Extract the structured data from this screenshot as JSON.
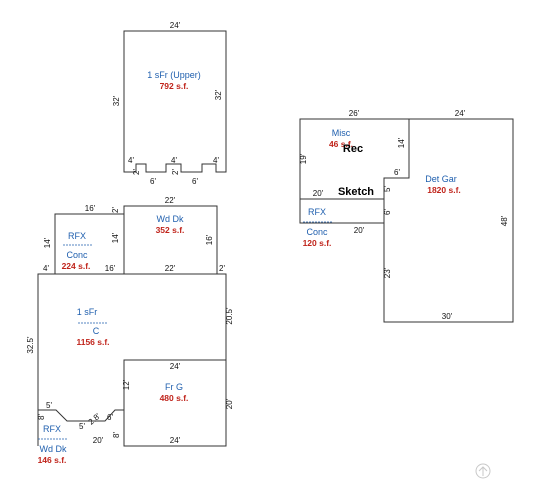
{
  "title": "Sketch",
  "areas": {
    "upper": {
      "label": "1 sFr   (Upper)",
      "area": "792 s.f."
    },
    "main": {
      "label": "1 sFr",
      "sub": "C",
      "area": "1156 s.f."
    },
    "rfx_conc": {
      "label": "RFX",
      "sub": "Conc",
      "area": "224 s.f."
    },
    "wd_dk": {
      "label": "Wd Dk",
      "area": "352 s.f."
    },
    "fr_g": {
      "label": "Fr   G",
      "area": "480 s.f."
    },
    "rfx_wddk": {
      "label": "RFX",
      "sub": "Wd Dk",
      "area": "146 s.f."
    },
    "misc": {
      "label": "Misc",
      "area": "46 s.f."
    },
    "rec": {
      "label": "Rec"
    },
    "det_gar": {
      "label": "Det Gar",
      "area": "1820 s.f."
    },
    "rfx_conc2": {
      "label": "RFX",
      "sub": "Conc",
      "area": "120 s.f."
    }
  },
  "dims": {
    "up_top": "24'",
    "up_left": "32'",
    "up_right": "32'",
    "up_b1": "4'",
    "up_b2": "2'",
    "up_b3": "4'",
    "up_b4": "2'",
    "up_b5": "4'",
    "up_b6": "6'",
    "up_b7": "6'",
    "rfx_top": "16'",
    "rfx_left": "14'",
    "rfx_right": "14'",
    "rfx_bl": "4'",
    "rfx_bot": "16'",
    "rfx_2": "2'",
    "wd_top": "22'",
    "wd_right": "16'",
    "wd_bot": "22'",
    "wd_br": "2'",
    "main_left": "32.5'",
    "main_right": "20.5'",
    "g_top": "24'",
    "g_left": "12'",
    "g_right": "20'",
    "g_bot": "24'",
    "g_bl": "8'",
    "wk_5a": "5'",
    "wk_8": "8'",
    "wk_5b": "5'",
    "wk_28": "2.8'",
    "wk_6": "6'",
    "wk_20": "20'",
    "rec_top": "26'",
    "rec_left": "19'",
    "rec_14": "14'",
    "rec_6": "6'",
    "rec_20": "20'",
    "gar_top": "24'",
    "gar_right": "48'",
    "gar_bot": "30'",
    "gar_5": "5'",
    "gar_6": "6'",
    "gar_23": "23'",
    "conc_20": "20'"
  }
}
